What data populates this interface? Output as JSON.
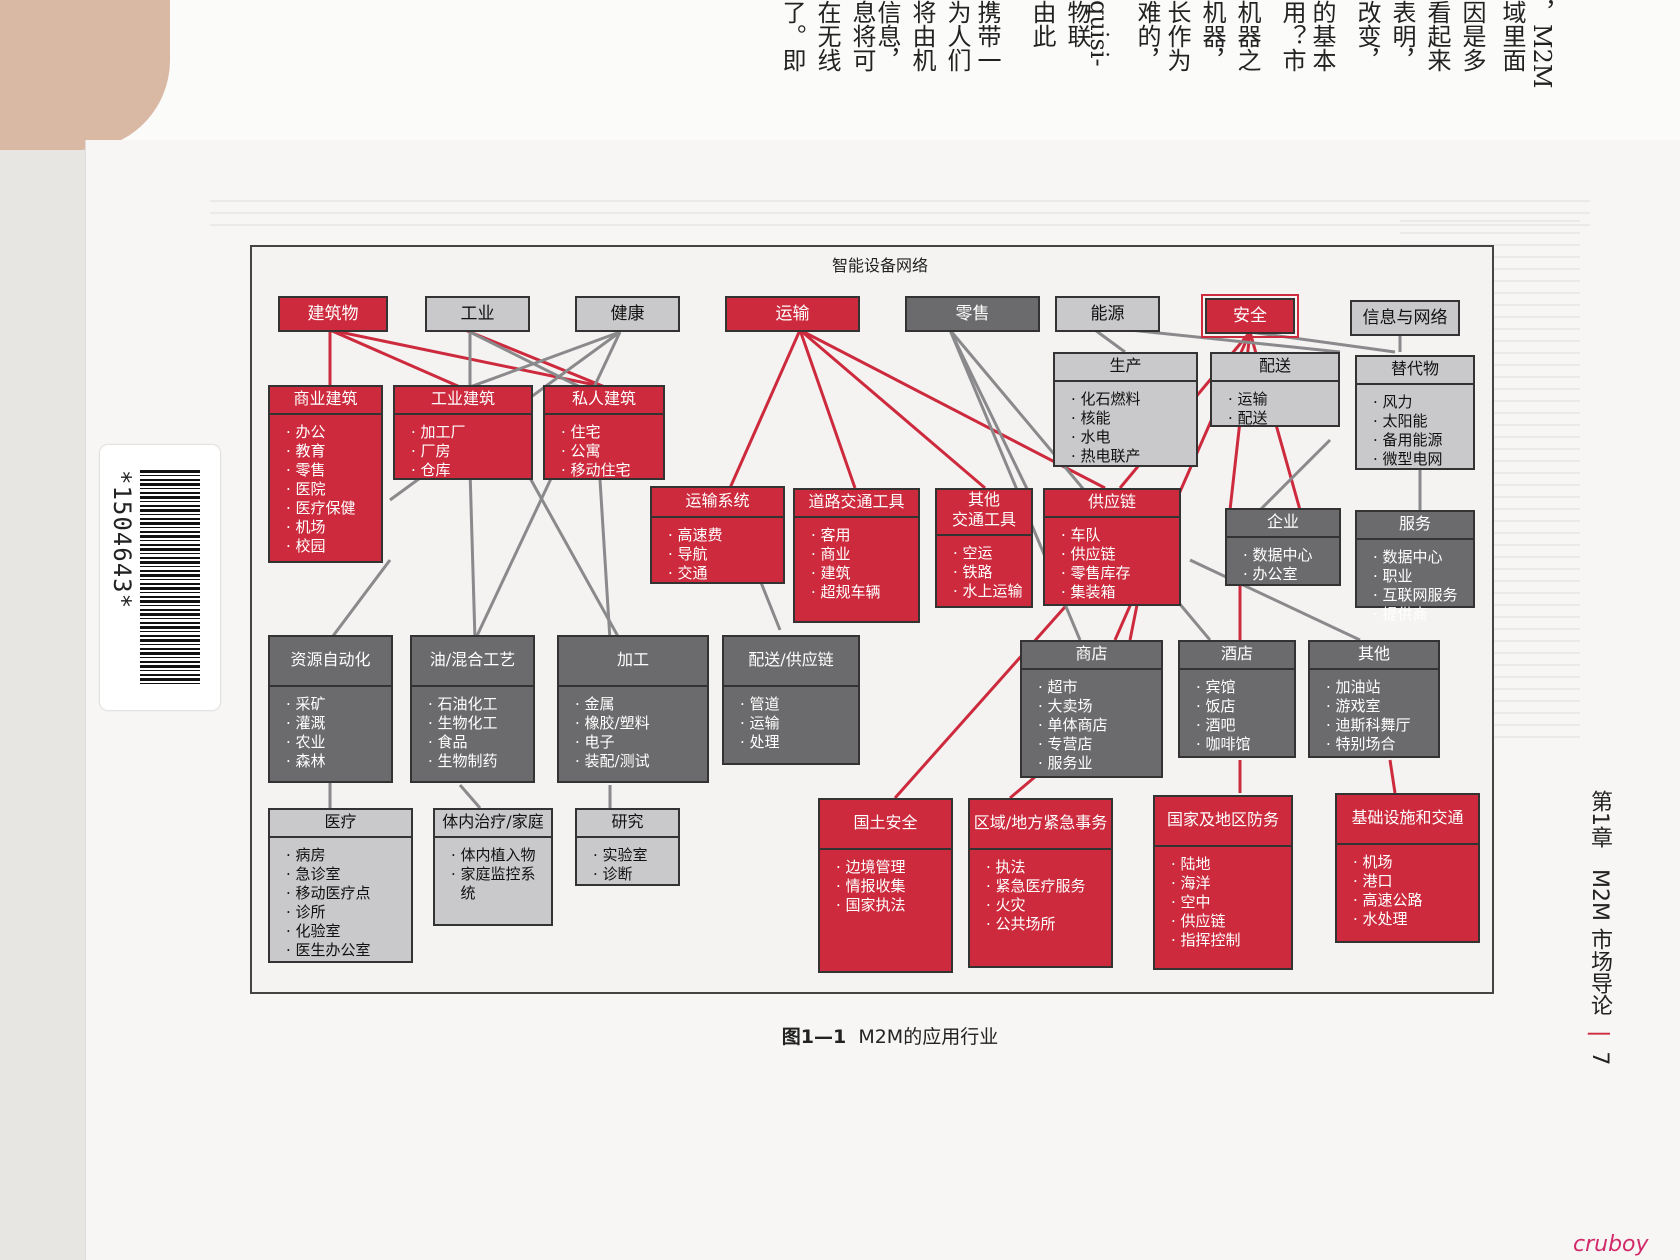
{
  "top_page": {
    "columns": [
      "，M2M",
      "域里面",
      "因是多",
      "看起来",
      "表明，",
      "改变，",
      "的基本",
      "用？市",
      "机器之",
      "机器，",
      "长作为",
      "难的，",
      "quisi-",
      "物联",
      "由此",
      "携带一",
      "为人们",
      "将由机",
      "信息，",
      "息将可",
      "在无线",
      "了。即"
    ]
  },
  "barcode": {
    "code": "*1504643*"
  },
  "diagram": {
    "title": "智能设备网络",
    "categories": [
      {
        "label": "建筑物"
      },
      {
        "label": "工业"
      },
      {
        "label": "健康"
      },
      {
        "label": "运输"
      },
      {
        "label": "零售"
      },
      {
        "label": "能源"
      },
      {
        "label": "安全"
      },
      {
        "label": "信息与网络"
      }
    ],
    "boxes": {
      "commercial": {
        "title": "商业建筑",
        "items": [
          "· 办公",
          "· 教育",
          "· 零售",
          "· 医院",
          "· 医疗保健",
          "· 机场",
          "· 校园"
        ]
      },
      "industrial": {
        "title": "工业建筑",
        "items": [
          "· 加工厂",
          "· 厂房",
          "· 仓库"
        ]
      },
      "private": {
        "title": "私人建筑",
        "items": [
          "· 住宅",
          "· 公寓",
          "· 移动住宅"
        ]
      },
      "production": {
        "title": "生产",
        "items": [
          "· 化石燃料",
          "· 核能",
          "· 水电",
          "· 热电联产"
        ]
      },
      "distribution": {
        "title": "配送",
        "items": [
          "· 运输",
          "· 配送"
        ]
      },
      "alternative": {
        "title": "替代物",
        "items": [
          "· 风力",
          "· 太阳能",
          "· 备用能源",
          "· 微型电网"
        ]
      },
      "transport_sys": {
        "title": "运输系统",
        "items": [
          "· 高速费",
          "· 导航",
          "· 交通"
        ]
      },
      "road": {
        "title": "道路交通工具",
        "items": [
          "· 客用",
          "· 商业",
          "· 建筑",
          "· 超规车辆"
        ]
      },
      "other_transport": {
        "title": "其他\n交通工具",
        "items": [
          "· 空运",
          "· 铁路",
          "· 水上运输"
        ]
      },
      "supply": {
        "title": "供应链",
        "items": [
          "· 车队",
          "· 供应链",
          "· 零售库存",
          "· 集装箱"
        ]
      },
      "enterprise": {
        "title": "企业",
        "items": [
          "· 数据中心",
          "· 办公室"
        ]
      },
      "service": {
        "title": "服务",
        "items": [
          "· 数据中心",
          "· 职业",
          "· 互联网服务",
          "· 提供商"
        ]
      },
      "resource": {
        "title": "资源自动化",
        "items": [
          "· 采矿",
          "· 灌溉",
          "· 农业",
          "· 森林"
        ]
      },
      "oil": {
        "title": "油/混合工艺",
        "items": [
          "· 石油化工",
          "· 生物化工",
          "· 食品",
          "· 生物制药"
        ]
      },
      "process": {
        "title": "加工",
        "items": [
          "· 金属",
          "· 橡胶/塑料",
          "· 电子",
          "· 装配/测试"
        ]
      },
      "delivery": {
        "title": "配送/供应链",
        "items": [
          "· 管道",
          "· 运输",
          "· 处理"
        ]
      },
      "store": {
        "title": "商店",
        "items": [
          "· 超市",
          "· 大卖场",
          "· 单体商店",
          "· 专营店",
          "· 服务业"
        ]
      },
      "hotel": {
        "title": "酒店",
        "items": [
          "· 宾馆",
          "· 饭店",
          "· 酒吧",
          "· 咖啡馆"
        ]
      },
      "other": {
        "title": "其他",
        "items": [
          "· 加油站",
          "· 游戏室",
          "· 迪斯科舞厅",
          "· 特别场合"
        ]
      },
      "medical": {
        "title": "医疗",
        "items": [
          "· 病房",
          "· 急诊室",
          "· 移动医疗点",
          "· 诊所",
          "· 化验室",
          "· 医生办公室"
        ]
      },
      "invivo": {
        "title": "体内治疗/家庭",
        "items": [
          "· 体内植入物",
          "· 家庭监控系",
          "  统"
        ]
      },
      "research": {
        "title": "研究",
        "items": [
          "· 实验室",
          "· 诊断"
        ]
      },
      "homeland": {
        "title": "国土安全",
        "items": [
          "· 边境管理",
          "· 情报收集",
          "· 国家执法"
        ]
      },
      "regional": {
        "title": "区域/地方紧急事务",
        "items": [
          "· 执法",
          "· 紧急医疗服务",
          "· 火灾",
          "· 公共场所"
        ]
      },
      "national": {
        "title": "国家及地区防务",
        "items": [
          "· 陆地",
          "· 海洋",
          "· 空中",
          "· 供应链",
          "· 指挥控制"
        ]
      },
      "infra": {
        "title": "基础设施和交通",
        "items": [
          "· 机场",
          "· 港口",
          "· 高速公路",
          "· 水处理"
        ]
      }
    }
  },
  "caption": {
    "figure": "图1—1",
    "text": "M2M的应用行业"
  },
  "side_header": {
    "chapter": "第1章",
    "title": "M2M 市场导论",
    "sep": "|",
    "page": "7"
  },
  "watermark": "cruboy"
}
